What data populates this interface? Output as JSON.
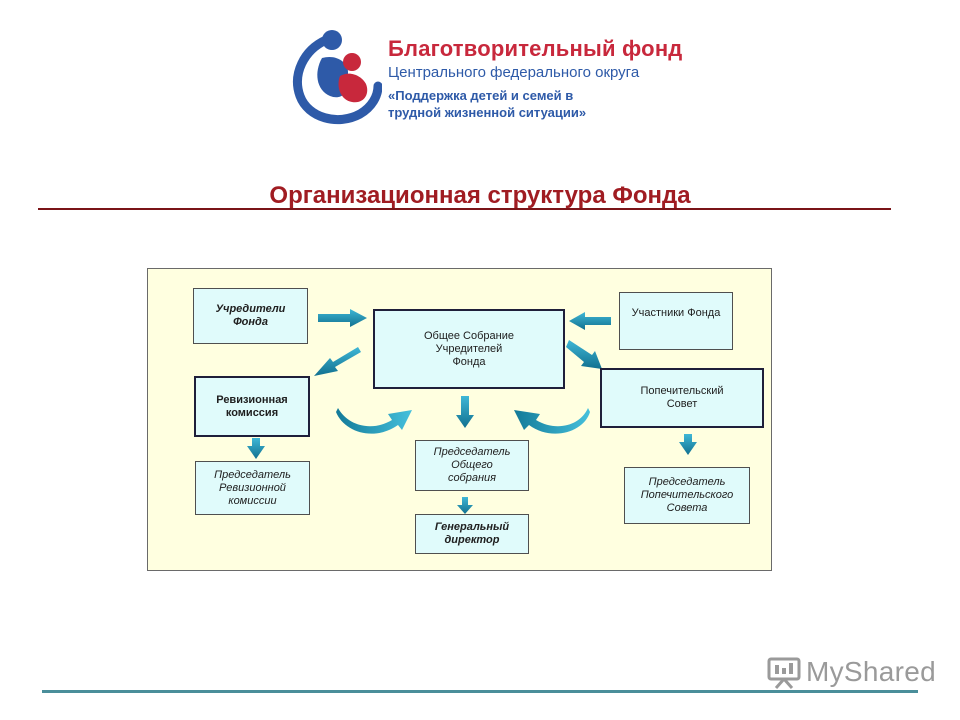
{
  "header": {
    "org_title": "Благотворительный фонд",
    "org_subtitle": "Центрального федерального округа",
    "org_motto": "«Поддержка детей и семей в трудной жизненной ситуации»"
  },
  "slide": {
    "title": "Организационная структура Фонда"
  },
  "diagram": {
    "nodes": {
      "founders": "Учредители\nФонда",
      "general_meeting": "Общее Собрание\nУчредителей\nФонда",
      "members": "Участники Фонда",
      "audit_commission": "Ревизионная\nкомиссия",
      "board_of_trustees": "Попечительский\nСовет",
      "chair_general_meeting": "Председатель\nОбщего\nсобрания",
      "chair_audit": "Председатель\nРевизионной\nкомиссии",
      "chair_trustees": "Председатель\nПопечительского\nСовета",
      "general_director": "Генеральный\nдиректор"
    }
  },
  "footer": {
    "watermark": "MyShared"
  },
  "colors": {
    "title_red": "#a01c22",
    "brand_red": "#c8283c",
    "brand_blue": "#2e5aa8",
    "node_fill": "#e0fbfb",
    "frame_fill": "#ffffe0",
    "arrow_blue": "#1d8fb0"
  }
}
